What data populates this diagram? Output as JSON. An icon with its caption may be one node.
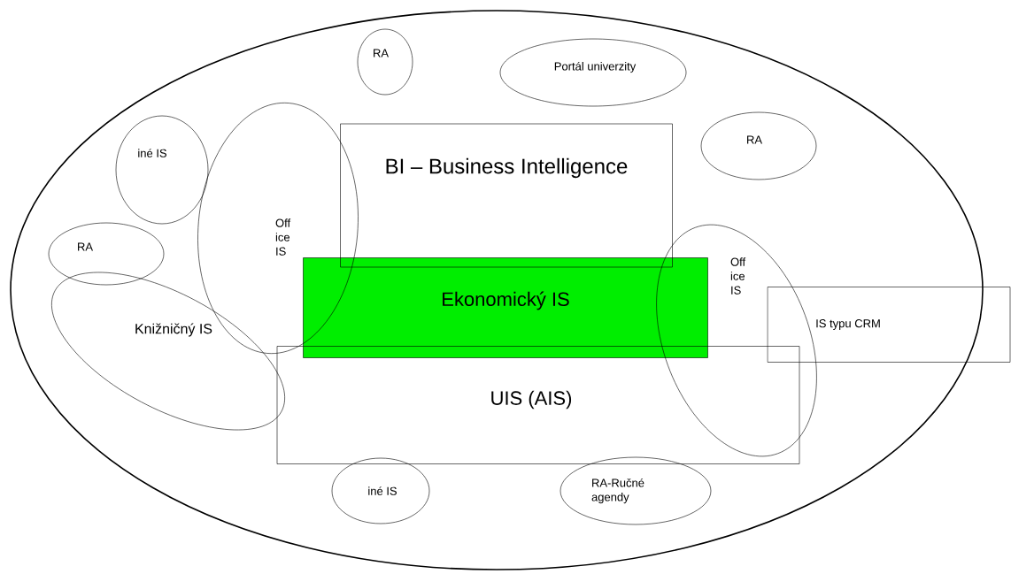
{
  "diagram": {
    "nodes": [
      {
        "text": [],
        "shape": "ellipse"
      },
      {
        "text": [
          "RA"
        ],
        "in": 0
      },
      {
        "text": [
          "Portál univerzity"
        ],
        "in": 0
      },
      {
        "text": [
          "iné IS"
        ],
        "in": 0
      },
      {
        "text": [
          "BI – Business Intelligence"
        ],
        "in": 0
      },
      {
        "text": [
          "RA"
        ],
        "in": 0
      },
      {
        "text": [
          "Off ice IS"
        ],
        "in": 0
      },
      {
        "text": [
          "RA"
        ],
        "in": 0
      },
      {
        "text": [
          "Ekonomický IS"
        ],
        "in": 0
      },
      {
        "text": [
          "Knižničný IS"
        ],
        "in": 0
      },
      {
        "text": [
          "Off ice IS"
        ],
        "in": 0
      },
      {
        "text": [
          "IS typu CRM"
        ]
      },
      {
        "text": [
          "UIS (AIS)"
        ],
        "in": 0
      },
      {
        "text": [
          "iné IS"
        ],
        "in": 0
      },
      {
        "text": [
          "RA-Ručné agendy"
        ],
        "in": 0
      }
    ]
  }
}
